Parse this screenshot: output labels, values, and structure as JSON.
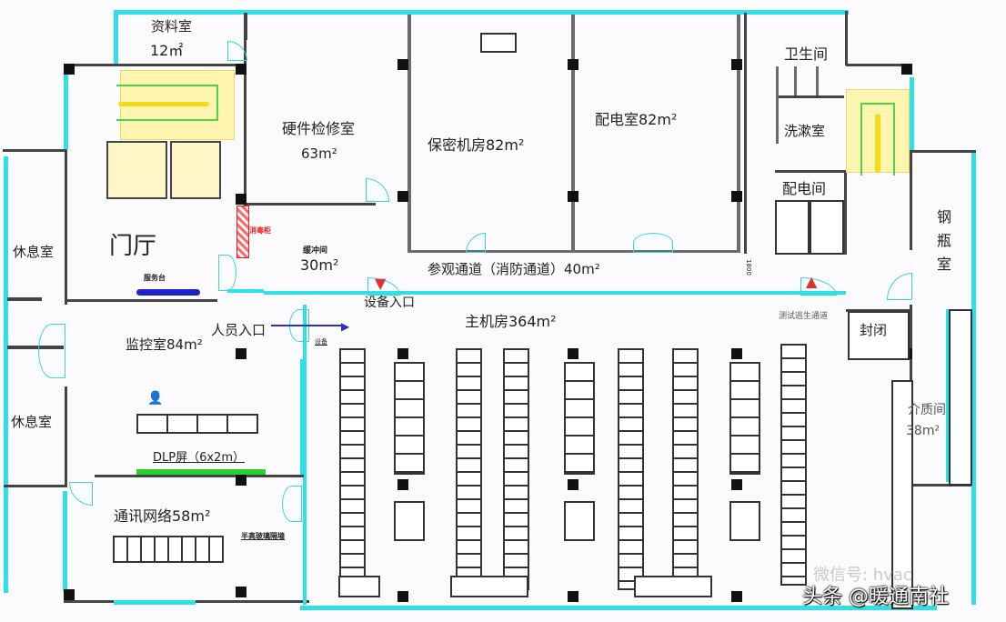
{
  "plan": {
    "rooms": {
      "archive": {
        "name": "资料室",
        "area": "12㎡"
      },
      "hardware_repair": {
        "name": "硬件检修室",
        "area": "63m²"
      },
      "secure_room": {
        "name": "保密机房82m²"
      },
      "power_room": {
        "name": "配电室82m²"
      },
      "restroom": {
        "name": "卫生间"
      },
      "washroom": {
        "name": "洗漱室"
      },
      "power_closet": {
        "name": "配电间"
      },
      "steel_cylinder": {
        "name": "钢瓶室"
      },
      "lobby": {
        "name": "门厅"
      },
      "lounge_top": {
        "name": "休息室"
      },
      "lounge_bottom": {
        "name": "休息室"
      },
      "buffer": {
        "name": "缓冲间",
        "area": "30m²"
      },
      "visit_corridor": {
        "name": "参观通道（消防通道）40m²"
      },
      "main_room": {
        "name": "主机房364m²"
      },
      "monitor_room": {
        "name": "监控室84m²"
      },
      "comm_network": {
        "name": "通讯网络58m²"
      },
      "sealed": {
        "name": "封闭"
      },
      "medium_room": {
        "name": "介质间",
        "area": "38m²"
      }
    },
    "annotations": {
      "staff_entrance": "人员入口",
      "equipment_entrance": "设备入口",
      "emergency_exit": "测试逃生通道",
      "dlp_screen": "DLP屏（6x2m）",
      "reception": "服务台",
      "cabinet": "消毒柜",
      "glass_partition": "半高玻璃隔墙",
      "dimension": "1800",
      "buffer_tag": "缓冲间",
      "corner_tag": "设备"
    },
    "watermark": {
      "text": "头条 @暖通南社",
      "ghost": "微信号: hvac"
    },
    "colors": {
      "glass": "#2fe0e6",
      "wall": "#444444",
      "stair": "#fff5b0",
      "dlp": "#2bd12b",
      "reception": "#2222cc",
      "cabinet": "#e02020",
      "arrow_red": "#e03030",
      "arrow_blue": "#3030c0"
    }
  }
}
